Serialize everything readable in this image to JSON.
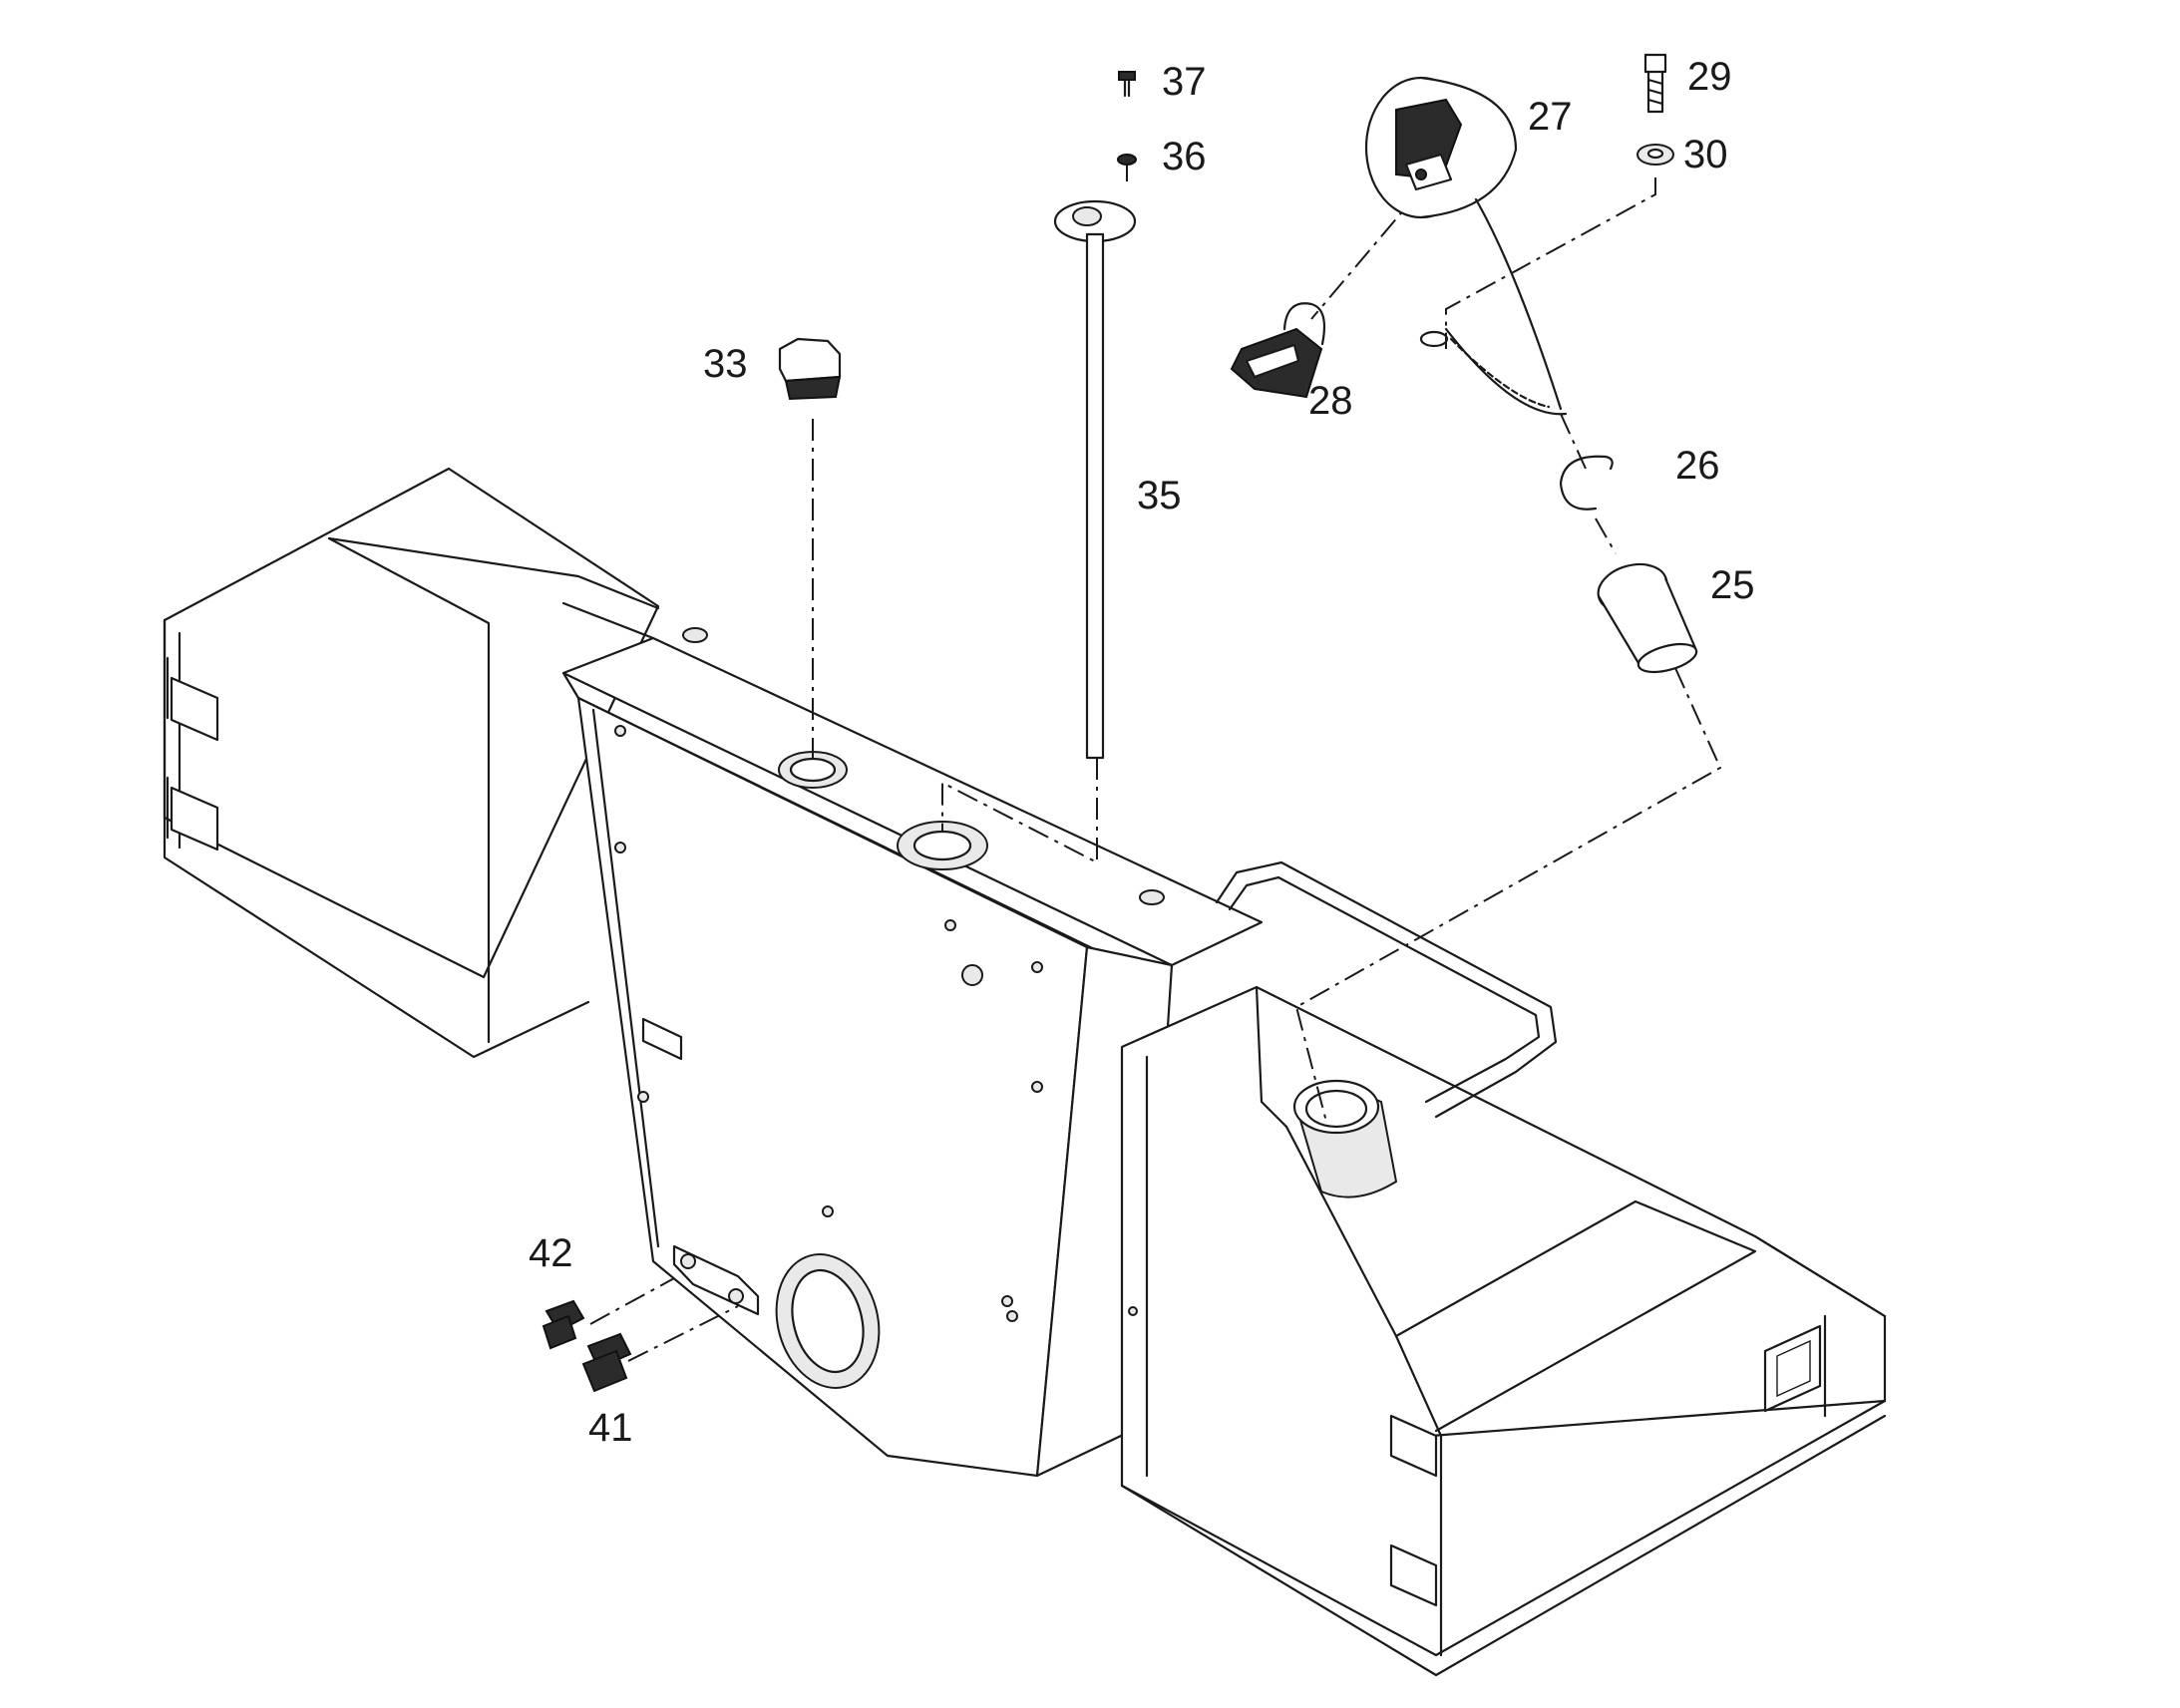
{
  "callouts": [
    {
      "id": "c25",
      "label": "25"
    },
    {
      "id": "c26",
      "label": "26"
    },
    {
      "id": "c27",
      "label": "27"
    },
    {
      "id": "c28",
      "label": "28"
    },
    {
      "id": "c29",
      "label": "29"
    },
    {
      "id": "c30",
      "label": "30"
    },
    {
      "id": "c33",
      "label": "33"
    },
    {
      "id": "c35",
      "label": "35"
    },
    {
      "id": "c36",
      "label": "36"
    },
    {
      "id": "c37",
      "label": "37"
    },
    {
      "id": "c41",
      "label": "41"
    },
    {
      "id": "c42",
      "label": "42"
    }
  ]
}
